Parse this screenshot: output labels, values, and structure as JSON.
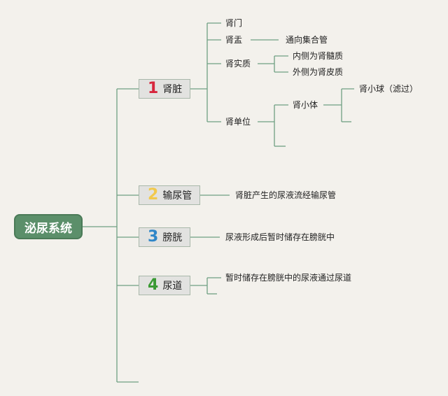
{
  "root": {
    "label": "泌尿系统"
  },
  "colors": {
    "line": "#6f9f82",
    "n1": "#d7263d",
    "n2": "#f2c94c",
    "n3": "#2f86c8",
    "n4": "#3a9a34"
  },
  "branches": [
    {
      "number": "1",
      "label": "肾脏"
    },
    {
      "number": "2",
      "label": "输尿管"
    },
    {
      "number": "3",
      "label": "膀胱"
    },
    {
      "number": "4",
      "label": "尿道"
    }
  ],
  "kidney": {
    "items": [
      "肾门",
      "肾盂",
      "肾实质",
      "肾单位"
    ],
    "pelvis_note": "通向集合管",
    "parenchyma": [
      "内侧为肾髓质",
      "外侧为肾皮质"
    ],
    "nephron_child": "肾小体",
    "corpuscle_child": "肾小球（滤过）"
  },
  "ureter": {
    "note": "肾脏产生的尿液流经输尿管"
  },
  "bladder": {
    "note": "尿液形成后暂时储存在膀胱中"
  },
  "urethra": {
    "note": "暂时储存在膀胱中的尿液通过尿道"
  }
}
